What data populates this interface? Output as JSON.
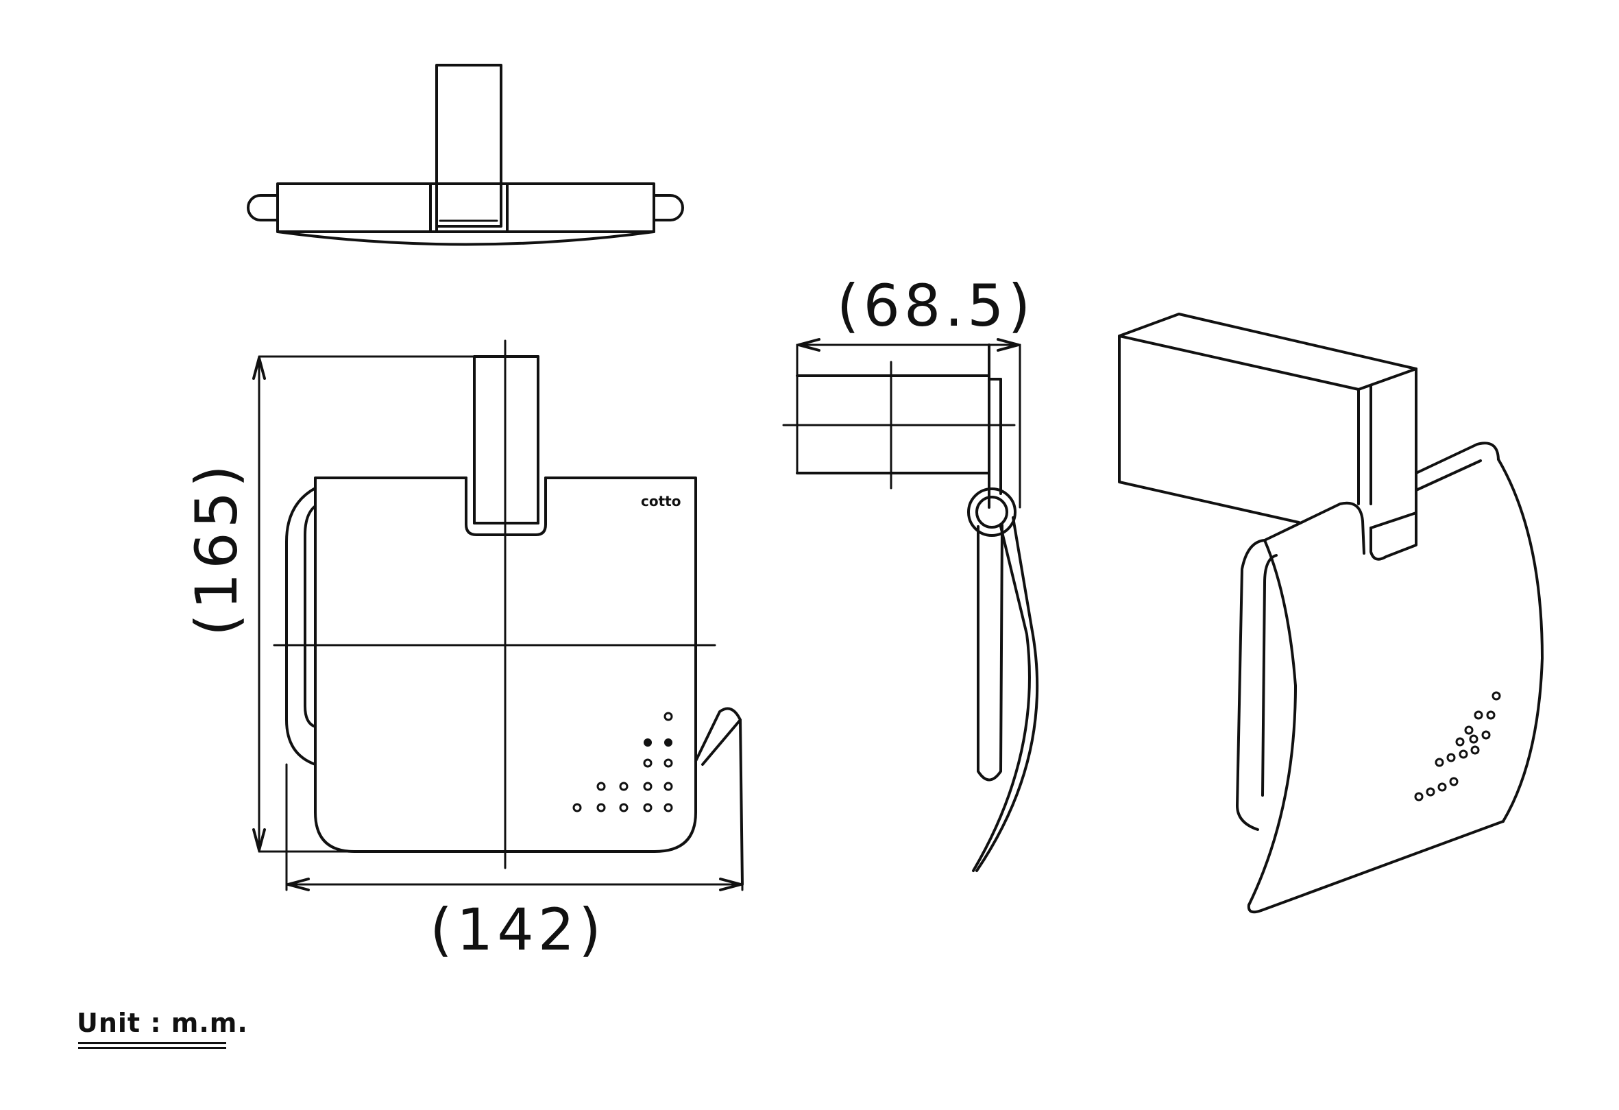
{
  "dimensions": {
    "height": "(165)",
    "width": "(142)",
    "depth": "(68.5)"
  },
  "logo_text": "cotto",
  "unit_label": "Unit : m.m.",
  "line_color": "#111111",
  "background_color": "#ffffff"
}
